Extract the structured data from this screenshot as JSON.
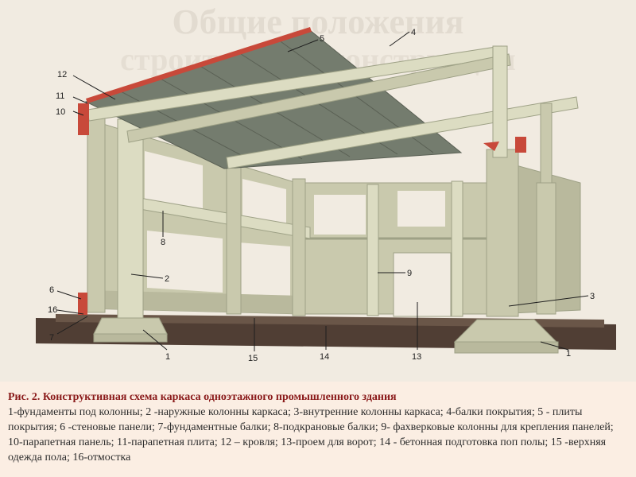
{
  "diagram": {
    "background_title": [
      "Общие положения",
      "строительной конструкции"
    ],
    "callouts": [
      "1",
      "1",
      "2",
      "3",
      "4",
      "5",
      "6",
      "7",
      "8",
      "9",
      "10",
      "11",
      "12",
      "13",
      "14",
      "15",
      "16"
    ],
    "colors": {
      "concrete": "#c9c9ad",
      "concrete_dark": "#9ea186",
      "concrete_light": "#dcdcc2",
      "roof_slab": "#747c6e",
      "red_accent": "#c8493a",
      "ground": "#503e34",
      "background": "#f1ebe1"
    }
  },
  "caption": {
    "title": "Рис. 2. Конструктивная схема каркаса одноэтажного промышленного здания",
    "body": "1-фундаменты под колонны; 2 -наружные колонны каркаса; 3-внутренние колонны каркаса; 4-балки покрытия; 5 - плиты покрытия; 6 -стеновые панели; 7-фундаментные балки; 8-подкрановые балки; 9- фахверковые колонны для крепления панелей; 10-парапетная панель; 11-парапетная плита; 12 – кровля; 13-проем для ворот; 14 - бетонная подготовка поп полы; 15 -верхняя одежда пола; 16-отмостка",
    "background_color": "#fbeee3",
    "title_color": "#8a1a1a"
  }
}
